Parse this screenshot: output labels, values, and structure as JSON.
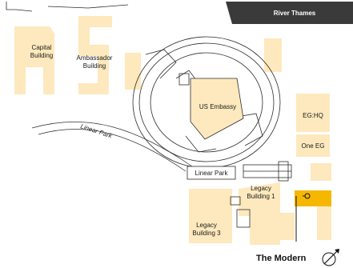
{
  "map": {
    "river": {
      "label": "River Thames",
      "color": "#3a3a3a"
    },
    "labels": {
      "capital_building": [
        "Capital",
        "Building"
      ],
      "ambassador_building": [
        "Ambassador",
        "Building"
      ],
      "us_embassy": "US Embassy",
      "eg_hq": "EG:HQ",
      "one_eg": "One EG",
      "linear_park_road": "Linear Park",
      "linear_park_sign": "Linear Park",
      "legacy_building_1": [
        "Legacy",
        "Building 1"
      ],
      "legacy_building_3": [
        "Legacy",
        "Building 3"
      ],
      "the_modern": "The Modern"
    },
    "icons": {
      "location_marker": "map-pin-icon",
      "compass": "compass-icon"
    },
    "colors": {
      "building_fill": "#fde9bd",
      "the_modern_highlight": "#f5b700",
      "outline": "#2c2c2c"
    }
  }
}
